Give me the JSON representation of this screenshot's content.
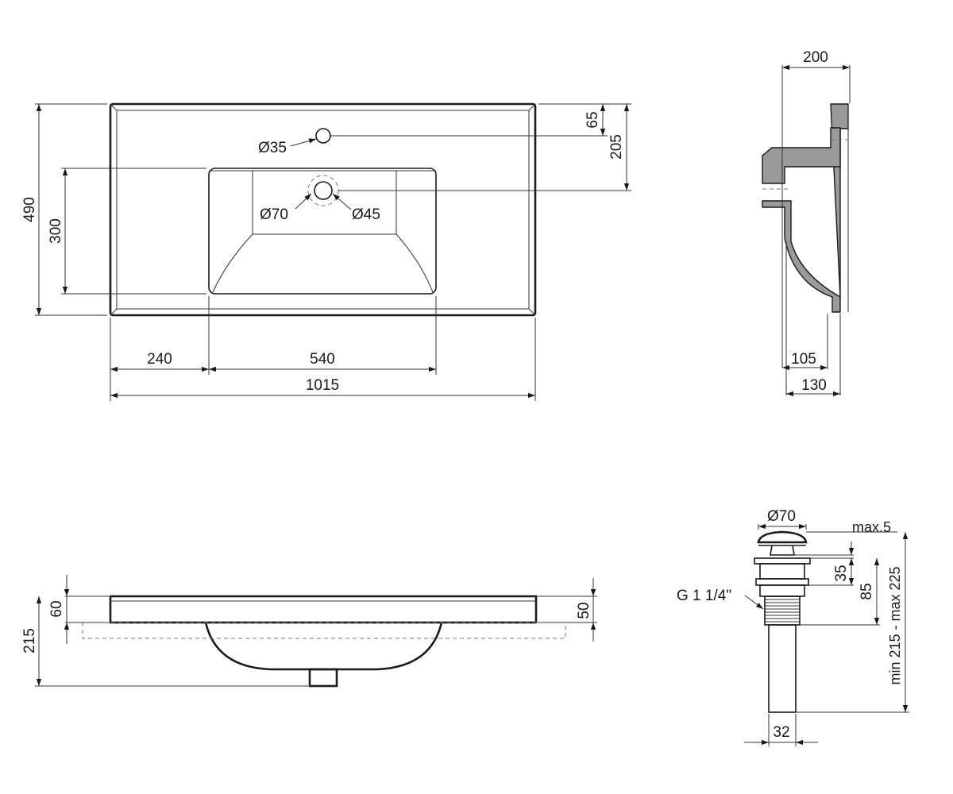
{
  "top_view": {
    "total_depth": "490",
    "bowl_depth": "300",
    "tap_hole_offset": "65",
    "drain_offset": "205",
    "tap_hole_diameter": "Ø35",
    "drain_outer_diameter": "Ø70",
    "drain_inner_diameter": "Ø45",
    "left_shelf": "240",
    "bowl_width": "540",
    "total_width": "1015"
  },
  "side_section": {
    "total_depth": "200",
    "front_offset": "105",
    "overflow_offset": "130"
  },
  "front_view": {
    "rim_height": "60",
    "total_height": "215",
    "rim_thickness": "50"
  },
  "drain_valve": {
    "cap_diameter": "Ø70",
    "max_cap_height": "max.5",
    "flange_height": "35",
    "thread_height": "85",
    "length_range": "min 215 - max 225",
    "thread_spec": "G 1 1/4\"",
    "pipe_diameter": "32"
  }
}
